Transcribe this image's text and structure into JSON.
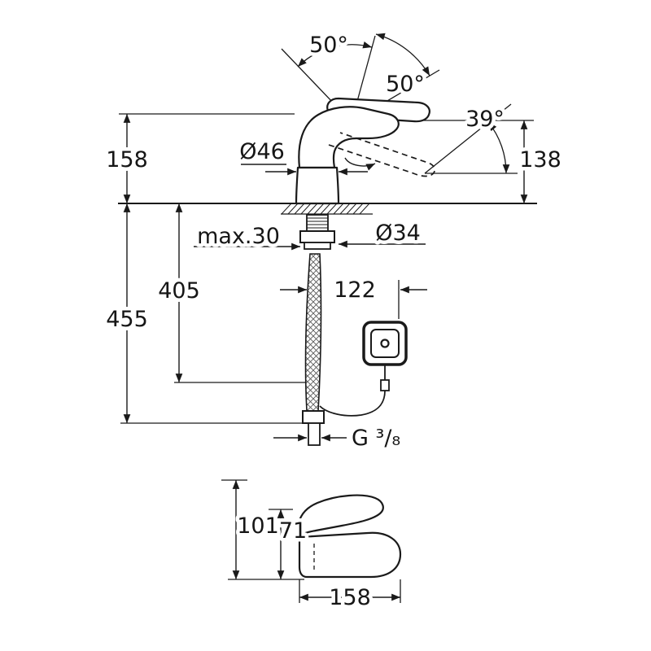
{
  "labels": {
    "swing_left": "50°",
    "swing_right": "50°",
    "lever_angle": "39°",
    "spout_top_height": "158",
    "outlet_height": "138",
    "base_diameter": "Ø46",
    "deck_thickness": "max.30",
    "shank_diameter": "Ø34",
    "hose_length": "405",
    "overall_depth": "455",
    "control_offset": "122",
    "thread": "G ³/₈",
    "handle_total_height": "101",
    "handle_lever_height": "71",
    "handle_length": "158"
  },
  "style": {
    "line_color": "#1a1a1a",
    "background": "#ffffff"
  }
}
